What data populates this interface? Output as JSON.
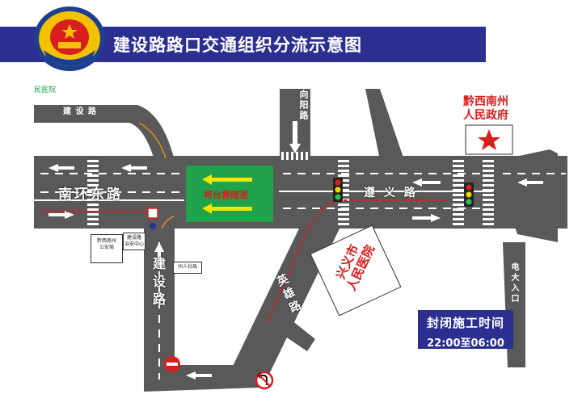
{
  "header": {
    "title": "建设路路口交通组织分流示意图"
  },
  "roads": {
    "jianshe_top": "建 设 路",
    "nanhuan_east": "南环东路",
    "jianshe_vertical": "建设路",
    "zunyi": "遵 义 路",
    "xiangyang": "向阳路",
    "yingxiong": "英雄路",
    "dianda": "电大入口",
    "tunnel": "将台营隧道"
  },
  "landmarks": {
    "gov": "黔西南州\n人民政府",
    "hospital": "兴义市\n人民医院",
    "public_security": "黔西南州\n公安局",
    "hr_bureau": "州人社局",
    "traffic_center": "建设路\n治安中心",
    "hospital_sign_topleft": "民医院"
  },
  "notice": {
    "title": "封闭施工时间",
    "time": "22:00至06:00"
  },
  "colors": {
    "banner": "#2b2f8f",
    "road": "#595959",
    "tunnel": "#1fa24a",
    "arrow": "#f2e600",
    "diversion": "#d81e1e"
  },
  "icons": {
    "emblem": "police-emblem-icon",
    "star": "star-icon",
    "traffic_light": "traffic-light-icon",
    "no_entry": "no-entry-icon",
    "no_left_turn": "no-left-turn-icon"
  }
}
